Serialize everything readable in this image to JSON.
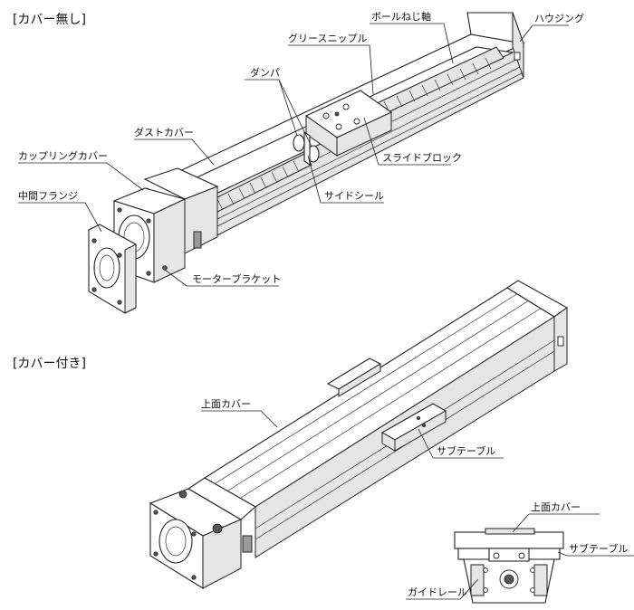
{
  "sections": {
    "no_cover": "[カバー無し]",
    "with_cover": "[カバー付き]"
  },
  "labels": {
    "ball_screw": "ボールねじ軸",
    "housing": "ハウジング",
    "grease_nipple": "グリースニップル",
    "damper": "ダンパ",
    "dust_cover": "ダストカバー",
    "slide_block": "スライドブロック",
    "coupling_cover": "カップリングカバー",
    "side_seal": "サイドシール",
    "middle_flange": "中間フランジ",
    "motor_bracket": "モーターブラケット",
    "top_cover": "上面カバー",
    "sub_table": "サブテーブル",
    "detail_top_cover": "上面カバー",
    "detail_sub_table": "サブテーブル",
    "guide_rail": "ガイドレール"
  }
}
